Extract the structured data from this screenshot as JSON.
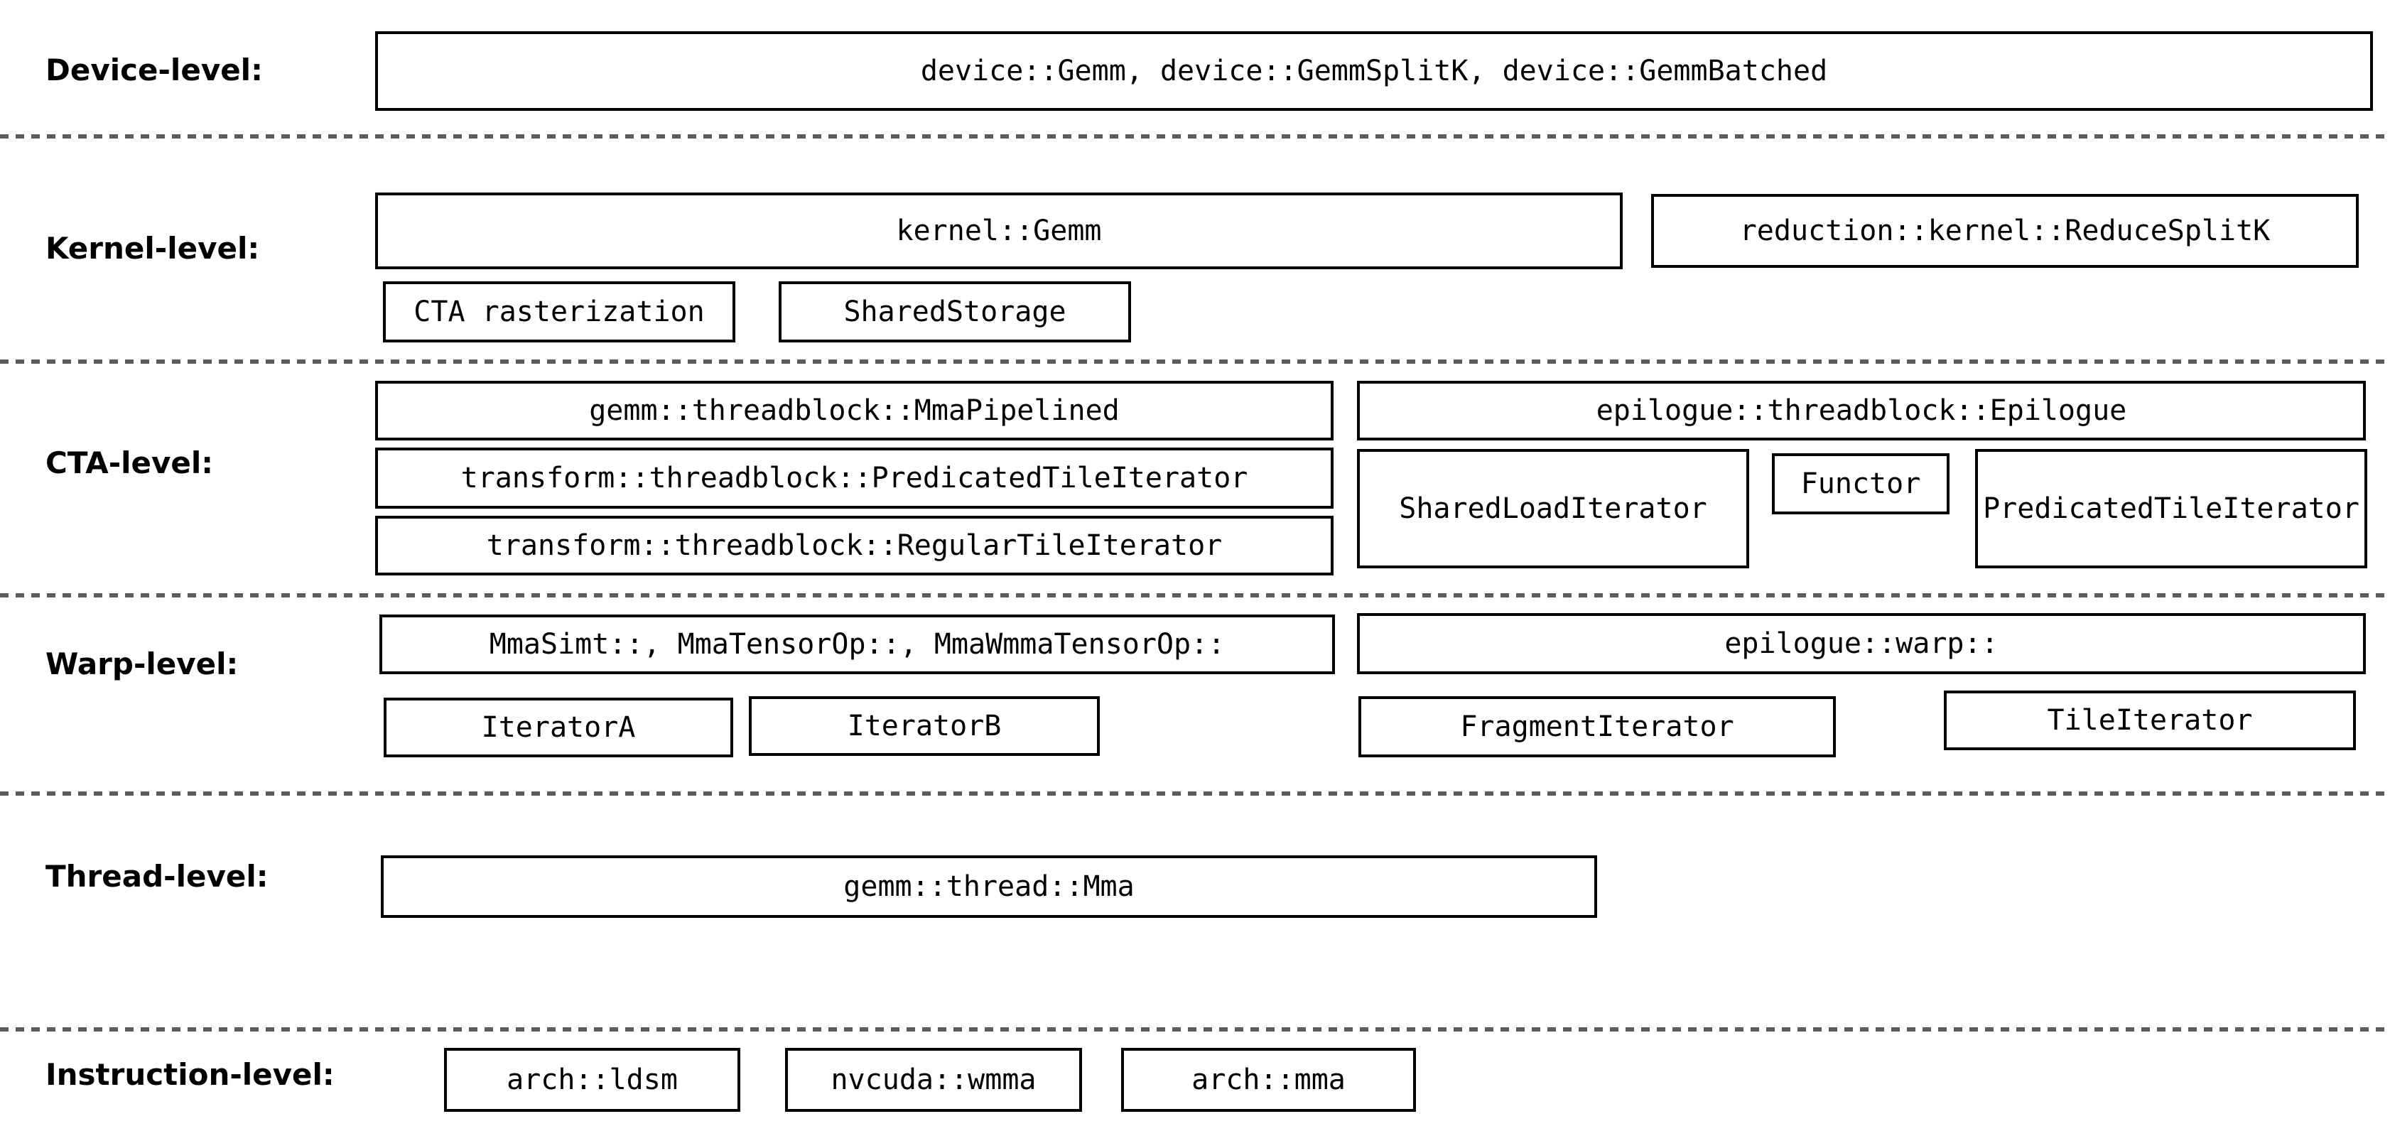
{
  "colors": {
    "background": "#ffffff",
    "box_border": "#000000",
    "text": "#000000",
    "separator_dash": "#5c5c5c"
  },
  "levels": {
    "device": {
      "label": "Device-level:",
      "boxes": {
        "main": "device::Gemm, device::GemmSplitK, device::GemmBatched"
      }
    },
    "kernel": {
      "label": "Kernel-level:",
      "boxes": {
        "gemm": "kernel::Gemm",
        "reduce_splitk": "reduction::kernel::ReduceSplitK",
        "cta_rasterization": "CTA rasterization",
        "shared_storage": "SharedStorage"
      }
    },
    "cta": {
      "label": "CTA-level:",
      "boxes": {
        "mma_pipelined": "gemm::threadblock::MmaPipelined",
        "predicated_tile_iterator": "transform::threadblock::PredicatedTileIterator",
        "regular_tile_iterator": "transform::threadblock::RegularTileIterator",
        "epilogue": "epilogue::threadblock::Epilogue",
        "shared_load_iterator": "SharedLoadIterator",
        "functor": "Functor",
        "epilogue_predicated_tile_iterator": "PredicatedTileIterator"
      }
    },
    "warp": {
      "label": "Warp-level:",
      "boxes": {
        "mma": "MmaSimt::, MmaTensorOp::, MmaWmmaTensorOp::",
        "iterator_a": "IteratorA",
        "iterator_b": "IteratorB",
        "epilogue_warp": "epilogue::warp::",
        "fragment_iterator": "FragmentIterator",
        "tile_iterator": "TileIterator"
      }
    },
    "thread": {
      "label": "Thread-level:",
      "boxes": {
        "mma": "gemm::thread::Mma"
      }
    },
    "instruction": {
      "label": "Instruction-level:",
      "boxes": {
        "ldsm": "arch::ldsm",
        "wmma": "nvcuda::wmma",
        "mma": "arch::mma"
      }
    }
  }
}
